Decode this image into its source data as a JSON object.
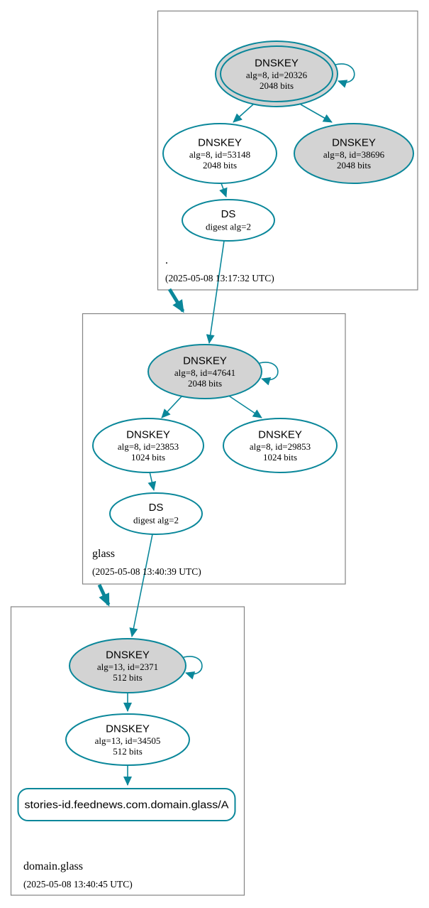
{
  "colors": {
    "edge_secure": "#0a879a",
    "node_fill_ksk": "#d3d3d3",
    "node_fill_default": "#ffffff",
    "box_border": "#848484",
    "text_color": "#000000",
    "background": "#ffffff"
  },
  "zones": [
    {
      "label": ".",
      "timestamp": "(2025-05-08 13:17:32 UTC)",
      "nodes": {
        "ksk": {
          "title": "DNSKEY",
          "detail1": "alg=8, id=20326",
          "detail2": "2048 bits"
        },
        "zsk": {
          "title": "DNSKEY",
          "detail1": "alg=8, id=53148",
          "detail2": "2048 bits"
        },
        "key2": {
          "title": "DNSKEY",
          "detail1": "alg=8, id=38696",
          "detail2": "2048 bits"
        },
        "ds": {
          "title": "DS",
          "detail1": "digest alg=2"
        }
      }
    },
    {
      "label": "glass",
      "timestamp": "(2025-05-08 13:40:39 UTC)",
      "nodes": {
        "ksk": {
          "title": "DNSKEY",
          "detail1": "alg=8, id=47641",
          "detail2": "2048 bits"
        },
        "zsk": {
          "title": "DNSKEY",
          "detail1": "alg=8, id=23853",
          "detail2": "1024 bits"
        },
        "key2": {
          "title": "DNSKEY",
          "detail1": "alg=8, id=29853",
          "detail2": "1024 bits"
        },
        "ds": {
          "title": "DS",
          "detail1": "digest alg=2"
        }
      }
    },
    {
      "label": "domain.glass",
      "timestamp": "(2025-05-08 13:40:45 UTC)",
      "nodes": {
        "ksk": {
          "title": "DNSKEY",
          "detail1": "alg=13, id=2371",
          "detail2": "512 bits"
        },
        "zsk": {
          "title": "DNSKEY",
          "detail1": "alg=13, id=34505",
          "detail2": "512 bits"
        },
        "rrset": {
          "label": "stories-id.feednews.com.domain.glass/A"
        }
      }
    }
  ]
}
